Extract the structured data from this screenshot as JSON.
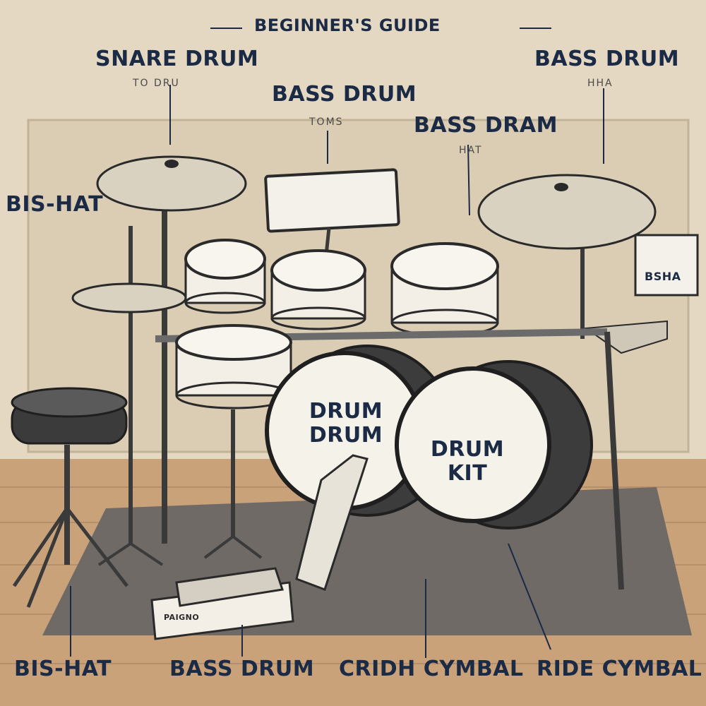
{
  "title": "BEGINNER'S GUIDE",
  "labels": {
    "snare_drum": "SNARE DRUM",
    "snare_sub": "TO DRU",
    "bass_drum_top_center": "BASS DRUM",
    "toms_sub": "TOMS",
    "bass_dram": "BASS DRAM",
    "hat_sub": "HAT",
    "bass_drum_top_right": "BASS DRUM",
    "hha_sub": "HHA",
    "bis_hat_left": "BIS-HAT",
    "bis_hat_bottom": "BIS-HAT",
    "bass_drum_bottom": "BASS DRUM",
    "crash_cymbal": "CRIDH CYMBAL",
    "ride_cymbal": "RIDE CYMBAL"
  },
  "drum_heads": {
    "center": [
      "DRUM",
      "DRUM"
    ],
    "right": [
      "DRUM",
      "KIT"
    ]
  },
  "sign_text": "BSHA",
  "pedal_text": "PAIGNO",
  "colors": {
    "ink": "#1b2a45",
    "paper": "#efe6d4",
    "wall": "#ddd0b8",
    "floor": "#c79f77"
  }
}
